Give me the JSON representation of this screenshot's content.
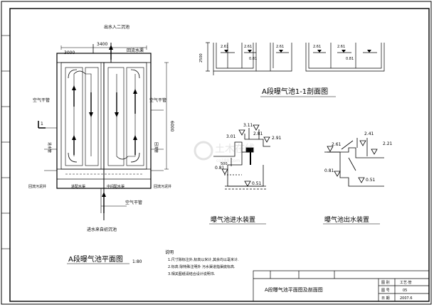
{
  "plan": {
    "title": "A段曝气池平面图",
    "scale": "1:80",
    "dim_width": "3400",
    "dim_side": "3000",
    "dim_height": "6000",
    "labels": {
      "outlet_secondary": "出水入二沉池",
      "return_sludge_top": "回流水渠",
      "air_pipe_left": "空气干管",
      "air_pipe_right": "空气干管",
      "inlet_left": "进水管",
      "inlet_right": "回流管",
      "return_well": "回流污泥井",
      "inlet_channel": "进配水渠",
      "middle_channel": "中间配水渠",
      "return_well_right": "回流污泥井",
      "air_main": "空气干管",
      "inlet_source": "进水来自初沉池",
      "section_mark": "1"
    }
  },
  "section": {
    "title": "A段曝气池1-1剖面图",
    "dim_height": "2500",
    "levels": [
      "2.61",
      "2.61",
      "2.61",
      "0.81",
      "2.61",
      "2.61",
      "0.81"
    ]
  },
  "inlet_device": {
    "title": "曝气池进水装置",
    "levels": {
      "top1": "3.11",
      "top2": "2.81",
      "top3": "2.91",
      "left": "3.01",
      "dim": "500",
      "low": "0.81",
      "bottom": "0.51"
    }
  },
  "outlet_device": {
    "title": "曝气池出水装置",
    "levels": {
      "top1": "2.41",
      "left": "2.61",
      "right": "2.21",
      "low": "0.81",
      "bottom": "0.51"
    }
  },
  "notes": {
    "heading": "说明",
    "lines": [
      "1.尺寸除标注外,标高以米计,其余均以毫米计.",
      "2.标高  除特殊注明外 污水渠道指渠底标高.",
      "3.相关图纸请结合设计说明书."
    ]
  },
  "watermark": {
    "text": "土木在线",
    "sub": "co188.com"
  },
  "title_block": {
    "drawing_name": "A段曝气池平面图及剖面图",
    "discipline_label": "图 别",
    "discipline_value": "工艺·管",
    "sheet_label": "图 号",
    "sheet_value": "05",
    "date_label": "日 期",
    "date_value": "2007.6"
  }
}
